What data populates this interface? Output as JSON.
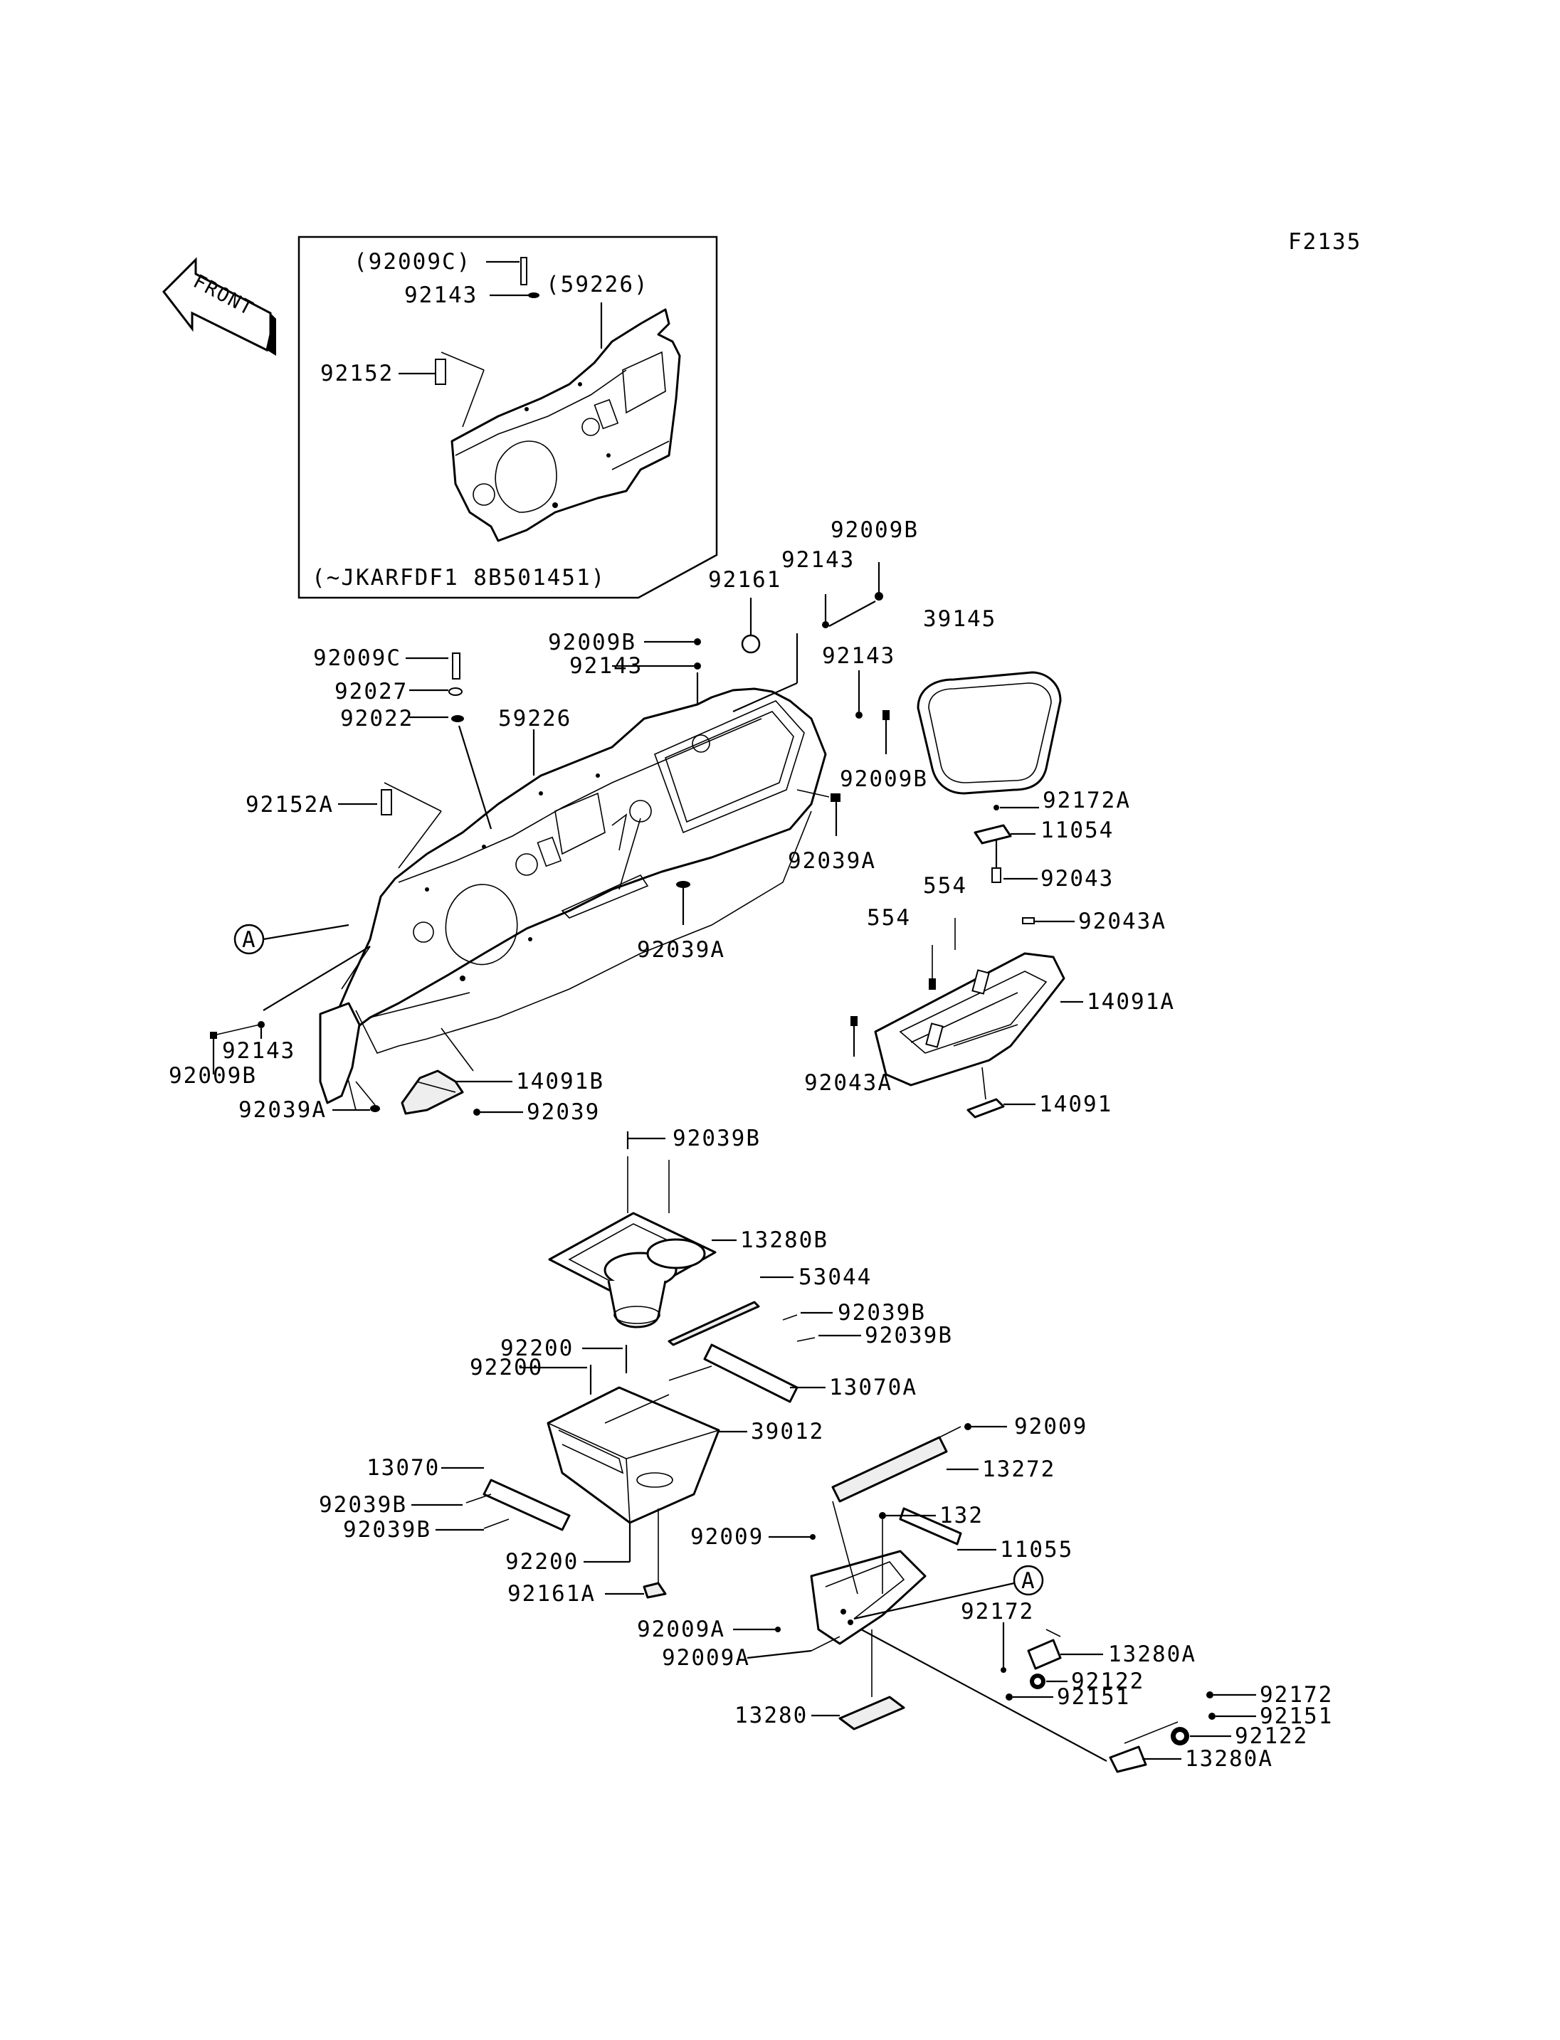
{
  "figure_code": "F2135",
  "front_arrow_label": "FRONT",
  "inset_note": "(~JKARFDF1 8B501451)",
  "callout_letter": "A",
  "labels": {
    "l_92009C_p": "(92009C)",
    "l_92143_in": "92143",
    "l_59226_p": "(59226)",
    "l_92152": "92152",
    "l_92009B_1": "92009B",
    "l_92143_1": "92143",
    "l_92161": "92161",
    "l_39145": "39145",
    "l_92009B_2": "92009B",
    "l_92143_2": "92143",
    "l_92143_3": "92143",
    "l_92009C": "92009C",
    "l_92027": "92027",
    "l_92022": "92022",
    "l_59226": "59226",
    "l_92009B_3": "92009B",
    "l_92172A": "92172A",
    "l_11054": "11054",
    "l_92152A": "92152A",
    "l_92039A_1": "92039A",
    "l_92043": "92043",
    "l_554_1": "554",
    "l_554_2": "554",
    "l_92043A_1": "92043A",
    "l_92039A_2": "92039A",
    "l_14091A": "14091A",
    "l_92143_4": "92143",
    "l_92009B_4": "92009B",
    "l_14091B": "14091B",
    "l_92043A_2": "92043A",
    "l_92039A_3": "92039A",
    "l_92039": "92039",
    "l_14091": "14091",
    "l_92039B_1": "92039B",
    "l_13280B": "13280B",
    "l_53044": "53044",
    "l_92039B_2": "92039B",
    "l_92039B_3": "92039B",
    "l_92200_1": "92200",
    "l_92200_2": "92200",
    "l_13070A": "13070A",
    "l_39012": "39012",
    "l_92009_1": "92009",
    "l_13070": "13070",
    "l_13272": "13272",
    "l_92039B_4": "92039B",
    "l_132": "132",
    "l_92039B_5": "92039B",
    "l_92009_2": "92009",
    "l_11055": "11055",
    "l_92200_3": "92200",
    "l_92161A": "92161A",
    "l_92172_1": "92172",
    "l_92009A_1": "92009A",
    "l_92009A_2": "92009A",
    "l_13280A_1": "13280A",
    "l_92122_1": "92122",
    "l_92151_1": "92151",
    "l_92172_2": "92172",
    "l_13280": "13280",
    "l_92151_2": "92151",
    "l_92122_2": "92122",
    "l_13280A_2": "13280A"
  }
}
